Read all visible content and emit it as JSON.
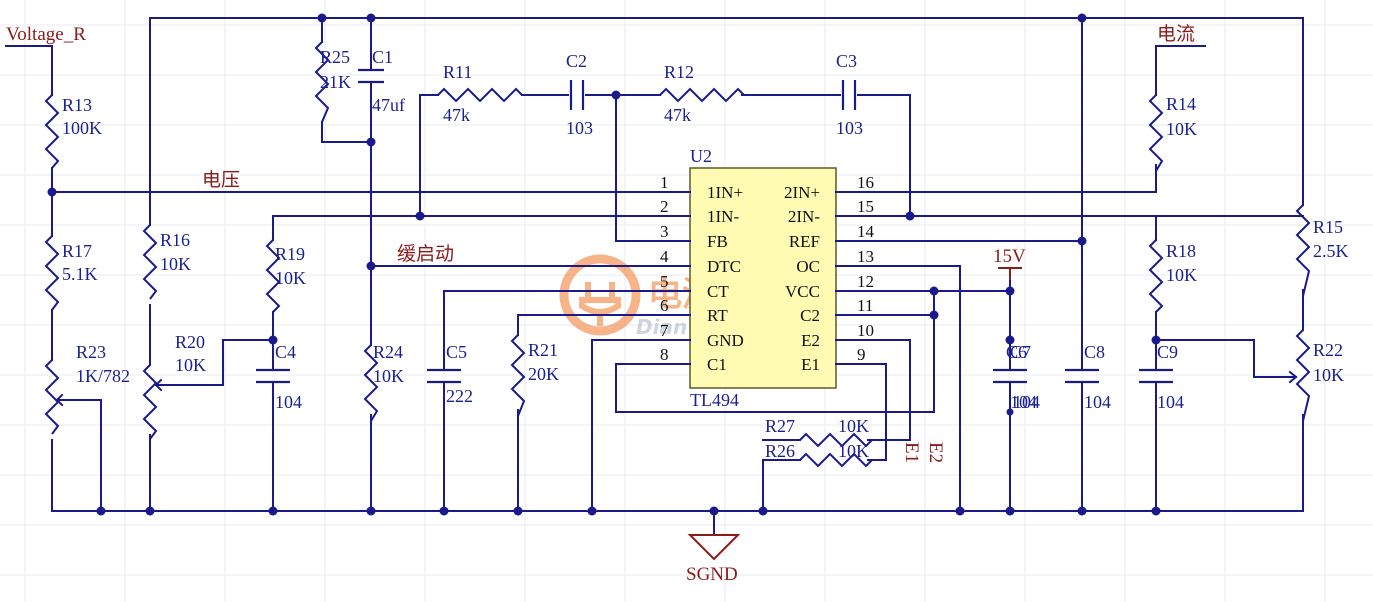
{
  "nets": {
    "voltage_r": "Voltage_R",
    "current": "电流",
    "voltage": "电压",
    "soft_start": "缓启动",
    "vcc_15v": "15V",
    "sgnd": "SGND",
    "e1": "E1",
    "e2": "E2"
  },
  "ic": {
    "ref": "U2",
    "part": "TL494",
    "left_pins": [
      {
        "num": "1",
        "name": "1IN+"
      },
      {
        "num": "2",
        "name": "1IN-"
      },
      {
        "num": "3",
        "name": "FB"
      },
      {
        "num": "4",
        "name": "DTC"
      },
      {
        "num": "5",
        "name": "CT"
      },
      {
        "num": "6",
        "name": "RT"
      },
      {
        "num": "7",
        "name": "GND"
      },
      {
        "num": "8",
        "name": "C1"
      }
    ],
    "right_pins": [
      {
        "num": "16",
        "name": "2IN+"
      },
      {
        "num": "15",
        "name": "2IN-"
      },
      {
        "num": "14",
        "name": "REF"
      },
      {
        "num": "13",
        "name": "OC"
      },
      {
        "num": "12",
        "name": "VCC"
      },
      {
        "num": "11",
        "name": "C2"
      },
      {
        "num": "10",
        "name": "E2"
      },
      {
        "num": "9",
        "name": "E1"
      }
    ]
  },
  "components": {
    "R13": {
      "ref": "R13",
      "value": "100K"
    },
    "R17": {
      "ref": "R17",
      "value": "5.1K"
    },
    "R23": {
      "ref": "R23",
      "value": "1K/782"
    },
    "R16": {
      "ref": "R16",
      "value": "10K"
    },
    "R20": {
      "ref": "R20",
      "value": "10K"
    },
    "R19": {
      "ref": "R19",
      "value": "10K"
    },
    "C4": {
      "ref": "C4",
      "value": "104"
    },
    "R25": {
      "ref": "R25",
      "value": "21K"
    },
    "C1": {
      "ref": "C1",
      "value": "47uf"
    },
    "R24": {
      "ref": "R24",
      "value": "10K"
    },
    "R11": {
      "ref": "R11",
      "value": "47k"
    },
    "C2": {
      "ref": "C2",
      "value": "103"
    },
    "R12": {
      "ref": "R12",
      "value": "47k"
    },
    "C3": {
      "ref": "C3",
      "value": "103"
    },
    "C5": {
      "ref": "C5",
      "value": "222"
    },
    "R21": {
      "ref": "R21",
      "value": "20K"
    },
    "R27": {
      "ref": "R27",
      "value": "10K"
    },
    "R26": {
      "ref": "R26",
      "value": "10K"
    },
    "C7": {
      "ref": "C7",
      "value": "104"
    },
    "C6": {
      "ref": "C6",
      "value": "104"
    },
    "C8": {
      "ref": "C8",
      "value": "104"
    },
    "C9": {
      "ref": "C9",
      "value": "104"
    },
    "R14": {
      "ref": "R14",
      "value": "10K"
    },
    "R18": {
      "ref": "R18",
      "value": "10K"
    },
    "R15": {
      "ref": "R15",
      "value": "2.5K"
    },
    "R22": {
      "ref": "R22",
      "value": "10K"
    }
  },
  "watermark": {
    "cn": "电源网",
    "en": "DianYuan.com"
  },
  "colors": {
    "wire": "#1a1a8c",
    "net_label": "#8b1a1a",
    "ic_fill": "#fffbb2",
    "watermark": "#f2782a"
  }
}
